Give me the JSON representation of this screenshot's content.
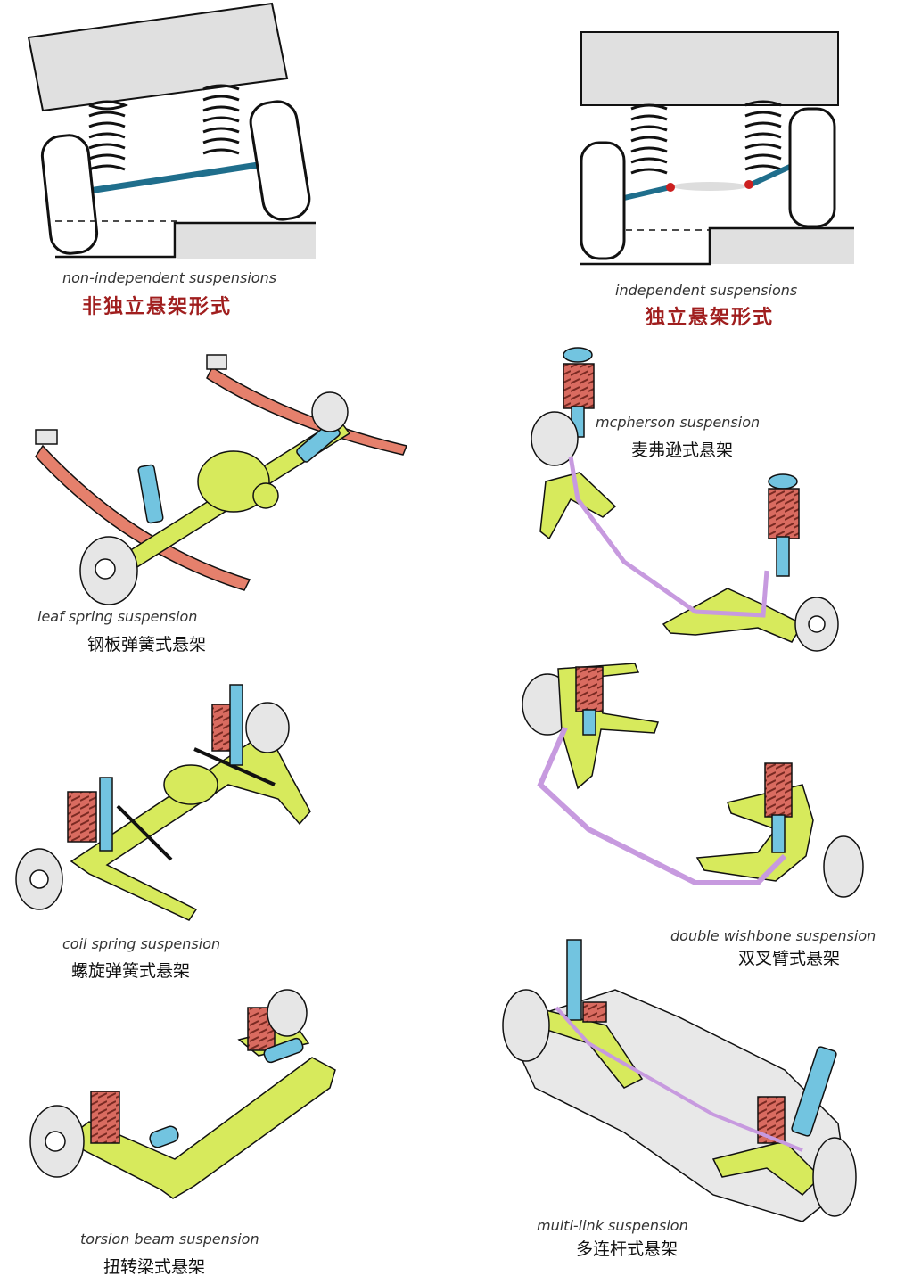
{
  "colors": {
    "body": "#e0e0e0",
    "beam": "#1f6e8c",
    "pivot": "#cc1f1f",
    "spring": "#c9584f",
    "leaf": "#e5806c",
    "yellow_green": "#d7ea5c",
    "shock": "#72c4e0",
    "stabilizer": "#c79adf",
    "heading": "#a01e1e"
  },
  "panels": [
    {
      "id": "non-independent",
      "en": "non-independent suspensions",
      "zh": "非独立悬架形式"
    },
    {
      "id": "independent",
      "en": "independent suspensions",
      "zh": "独立悬架形式"
    },
    {
      "id": "leaf-spring",
      "en": "leaf spring suspension",
      "zh": "钢板弹簧式悬架"
    },
    {
      "id": "mcpherson",
      "en": "mcpherson suspension",
      "zh": "麦弗逊式悬架"
    },
    {
      "id": "coil-spring",
      "en": "coil spring suspension",
      "zh": "螺旋弹簧式悬架"
    },
    {
      "id": "double-wishbone",
      "en": "double wishbone suspension",
      "zh": "双叉臂式悬架"
    },
    {
      "id": "torsion-beam",
      "en": "torsion beam suspension",
      "zh": "扭转梁式悬架"
    },
    {
      "id": "multi-link",
      "en": "multi-link suspension",
      "zh": "多连杆式悬架"
    }
  ]
}
